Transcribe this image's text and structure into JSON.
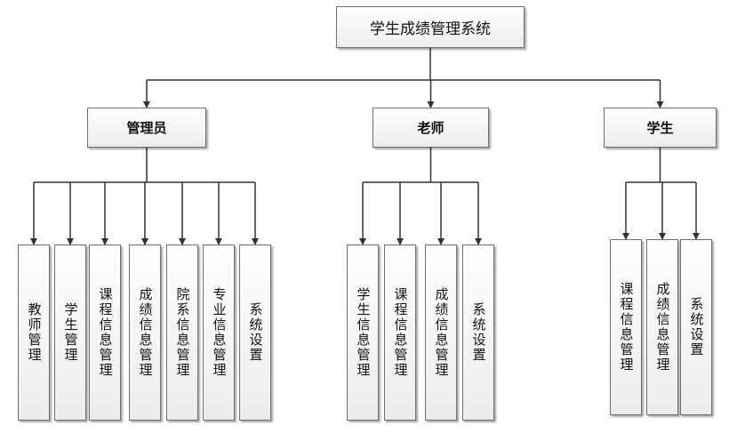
{
  "title": "学生成绩管理系统",
  "groups": [
    {
      "label": "管理员",
      "modules": [
        "教师管理",
        "学生管理",
        "课程信息管理",
        "成绩信息管理",
        "院系信息管理",
        "专业信息管理",
        "系统设置"
      ]
    },
    {
      "label": "老师",
      "modules": [
        "学生信息管理",
        "课程信息管理",
        "成绩信息管理",
        "系统设置"
      ]
    },
    {
      "label": "学生",
      "modules": [
        "课程信息管理",
        "成绩信息管理",
        "系统设置"
      ]
    }
  ]
}
